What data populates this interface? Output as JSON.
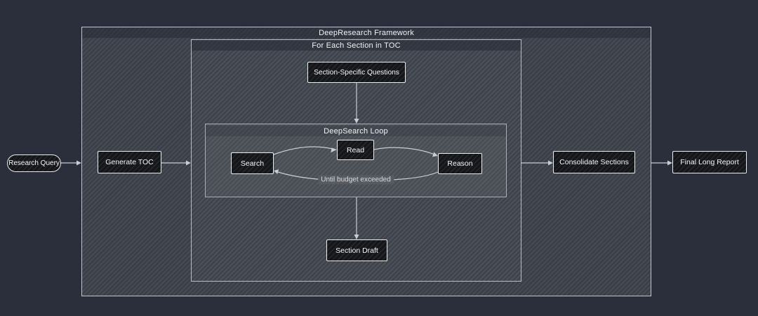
{
  "diagram": {
    "outer_title": "DeepResearch Framework",
    "inner_title": "For Each Section in TOC",
    "loop_title": "DeepSearch Loop",
    "edge_label": "Until budget exceeded",
    "nodes": {
      "research_query": "Research Query",
      "generate_toc": "Generate TOC",
      "section_specific_questions": "Section-Specific Questions",
      "search": "Search",
      "read": "Read",
      "reason": "Reason",
      "section_draft": "Section Draft",
      "consolidate_sections": "Consolidate Sections",
      "final_long_report": "Final Long Report"
    },
    "edges": [
      {
        "from": "research_query",
        "to": "generate_toc"
      },
      {
        "from": "generate_toc",
        "to": "for_each_section_cluster"
      },
      {
        "from": "section_specific_questions",
        "to": "deepsearch_loop"
      },
      {
        "from": "search",
        "to": "read"
      },
      {
        "from": "read",
        "to": "reason"
      },
      {
        "from": "reason",
        "to": "search",
        "label": "Until budget exceeded"
      },
      {
        "from": "deepsearch_loop",
        "to": "section_draft"
      },
      {
        "from": "for_each_section_cluster",
        "to": "consolidate_sections"
      },
      {
        "from": "consolidate_sections",
        "to": "final_long_report"
      }
    ],
    "colors": {
      "background": "#2a2f3b",
      "cluster_hatch_light": "#474c54",
      "cluster_hatch_dark": "#3a3f47",
      "loop_fill": "#4c5158",
      "node_fill": "#17191c",
      "node_border": "#ececec",
      "edge": "#c9ccd1",
      "text": "#f2f2f2",
      "edge_label_bg": "#565a61"
    }
  }
}
